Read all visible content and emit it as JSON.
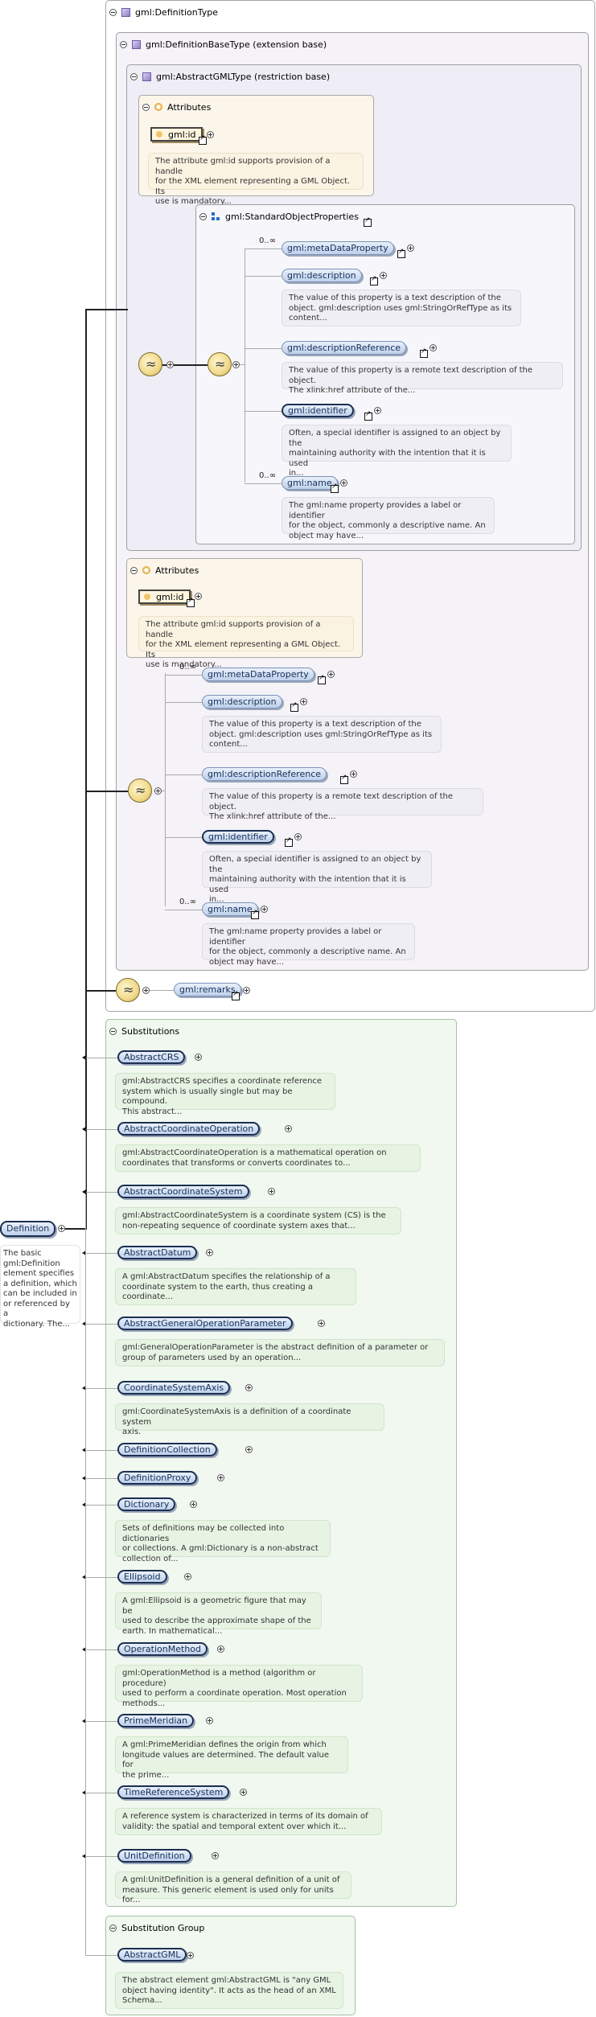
{
  "definition_type": {
    "title": "gml:DefinitionType"
  },
  "definition_base_type": {
    "title": "gml:DefinitionBaseType (extension base)"
  },
  "abstract_gml_type": {
    "title": "gml:AbstractGMLType (restriction base)"
  },
  "attributes_inner": {
    "title": "Attributes",
    "id_label": "gml:id",
    "id_doc": "The attribute gml:id supports provision of a handle\nfor the XML element representing a GML Object. Its\nuse is mandatory..."
  },
  "standard_object_properties": {
    "title": "gml:StandardObjectProperties"
  },
  "std_props": [
    {
      "label": "gml:metaDataProperty",
      "card": "0..∞",
      "doc": ""
    },
    {
      "label": "gml:description",
      "card": "",
      "doc": "The value of this property is a text description of the\nobject. gml:description uses gml:StringOrRefType as its\ncontent..."
    },
    {
      "label": "gml:descriptionReference",
      "card": "",
      "doc": "The value of this property is a remote text description of the object.\nThe xlink:href attribute of the..."
    },
    {
      "label": "gml:identifier",
      "card": "",
      "doc": "Often, a special identifier is assigned to an object by the\nmaintaining authority with the intention that it is used\nin..."
    },
    {
      "label": "gml:name",
      "card": "0..∞",
      "doc": "The gml:name property provides a label or identifier\nfor the object, commonly a descriptive name. An\nobject may have..."
    }
  ],
  "attributes_outer": {
    "title": "Attributes",
    "id_label": "gml:id",
    "id_doc": "The attribute gml:id supports provision of a handle\nfor the XML element representing a GML Object. Its\nuse is mandatory..."
  },
  "base_props": [
    {
      "label": "gml:metaDataProperty",
      "card": "0..∞",
      "doc": ""
    },
    {
      "label": "gml:description",
      "card": "",
      "doc": "The value of this property is a text description of the\nobject. gml:description uses gml:StringOrRefType as its\ncontent..."
    },
    {
      "label": "gml:descriptionReference",
      "card": "",
      "doc": "The value of this property is a remote text description of the object.\nThe xlink:href attribute of the..."
    },
    {
      "label": "gml:identifier",
      "card": "",
      "doc": "Often, a special identifier is assigned to an object by the\nmaintaining authority with the intention that it is used\nin..."
    },
    {
      "label": "gml:name",
      "card": "0..∞",
      "doc": "The gml:name property provides a label or identifier\nfor the object, commonly a descriptive name. An\nobject may have..."
    }
  ],
  "remarks": {
    "label": "gml:remarks"
  },
  "definition": {
    "label": "Definition",
    "doc": "The basic\ngml:Definition\nelement specifies\na definition, which\ncan be included in\nor referenced by a\ndictionary. The..."
  },
  "substitutions": {
    "title": "Substitutions",
    "items": [
      {
        "label": "AbstractCRS",
        "doc": "gml:AbstractCRS specifies a coordinate reference\nsystem which is usually single but may be compound.\nThis abstract..."
      },
      {
        "label": "AbstractCoordinateOperation",
        "doc": "gml:AbstractCoordinateOperation is a mathematical operation on\ncoordinates that transforms or converts coordinates to..."
      },
      {
        "label": "AbstractCoordinateSystem",
        "doc": "gml:AbstractCoordinateSystem is a coordinate system (CS) is the\nnon-repeating sequence of coordinate system axes that..."
      },
      {
        "label": "AbstractDatum",
        "doc": "A gml:AbstractDatum specifies the relationship of a\ncoordinate system to the earth, thus creating a\ncoordinate..."
      },
      {
        "label": "AbstractGeneralOperationParameter",
        "doc": "gml:GeneralOperationParameter is the abstract definition of a parameter or\ngroup of parameters used by an operation..."
      },
      {
        "label": "CoordinateSystemAxis",
        "doc": "gml:CoordinateSystemAxis is a definition of a coordinate system\naxis."
      },
      {
        "label": "DefinitionCollection",
        "doc": ""
      },
      {
        "label": "DefinitionProxy",
        "doc": ""
      },
      {
        "label": "Dictionary",
        "doc": "Sets of definitions may be collected into dictionaries\nor collections. A gml:Dictionary is a non-abstract\ncollection of..."
      },
      {
        "label": "Ellipsoid",
        "doc": "A gml:Ellipsoid is a geometric figure that may be\nused to describe the approximate shape of the\nearth. In mathematical..."
      },
      {
        "label": "OperationMethod",
        "doc": "gml:OperationMethod is a method (algorithm or procedure)\nused to perform a coordinate operation. Most operation\nmethods..."
      },
      {
        "label": "PrimeMeridian",
        "doc": "A gml:PrimeMeridian defines the origin from which\nlongitude values are determined. The default value for\nthe prime..."
      },
      {
        "label": "TimeReferenceSystem",
        "doc": "A reference system is characterized in terms of its domain of\nvalidity: the spatial and temporal extent over which it..."
      },
      {
        "label": "UnitDefinition",
        "doc": "A gml:UnitDefinition is a general definition of a unit of\nmeasure. This generic element is used only for units for..."
      }
    ]
  },
  "substitution_group": {
    "title": "Substitution Group",
    "label": "AbstractGML",
    "doc": "The abstract element gml:AbstractGML is \"any GML\nobject having identity\". It acts as the head of an XML\nSchema..."
  }
}
